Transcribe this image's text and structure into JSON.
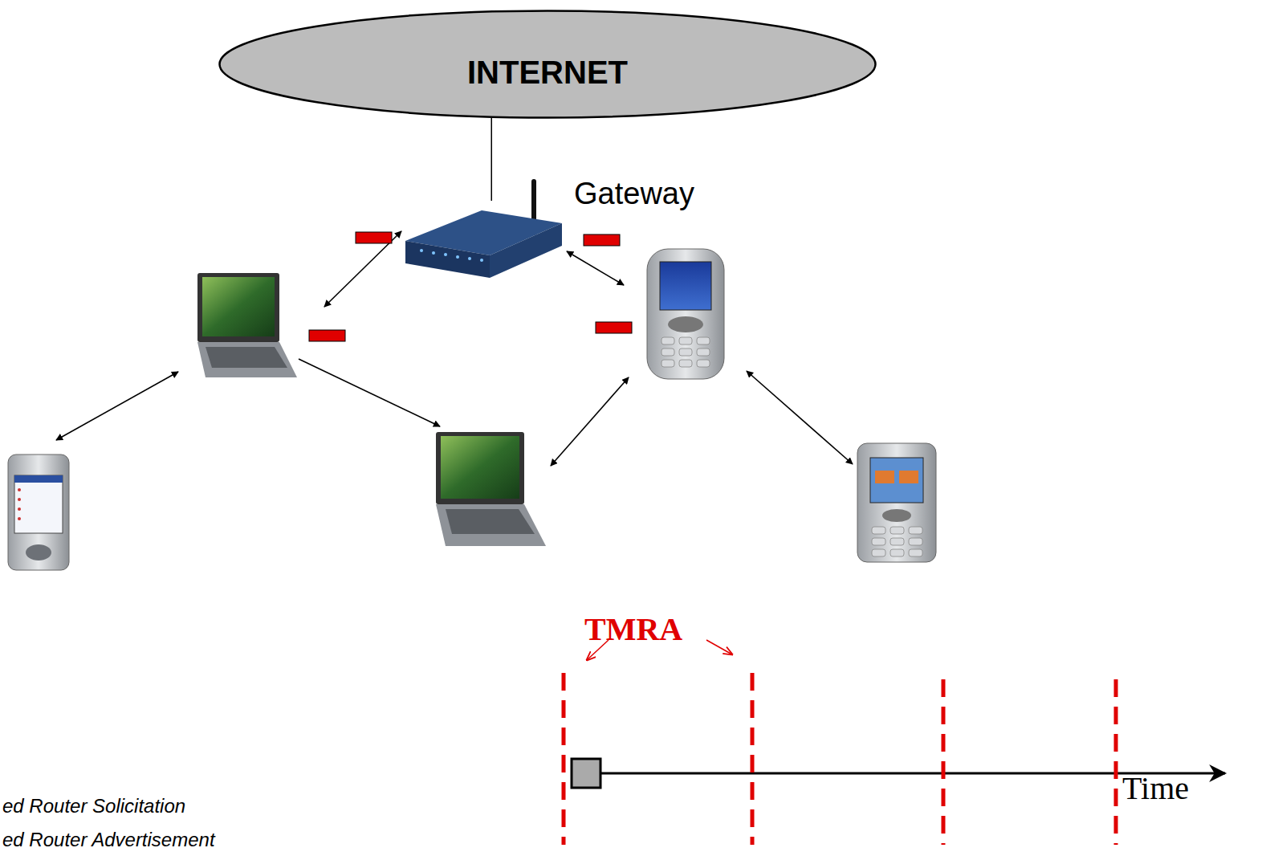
{
  "diagram": {
    "nodes": [
      {
        "text": [
          "INTERNET"
        ]
      },
      {
        "text": [
          "Gateway"
        ]
      }
    ],
    "edges": [
      {
        "from": 0,
        "to": 1,
        "arrow": "none"
      }
    ],
    "labels": [
      "TMRA",
      "Time",
      "ed Router Solicitation",
      "ed Router Advertisement"
    ]
  }
}
